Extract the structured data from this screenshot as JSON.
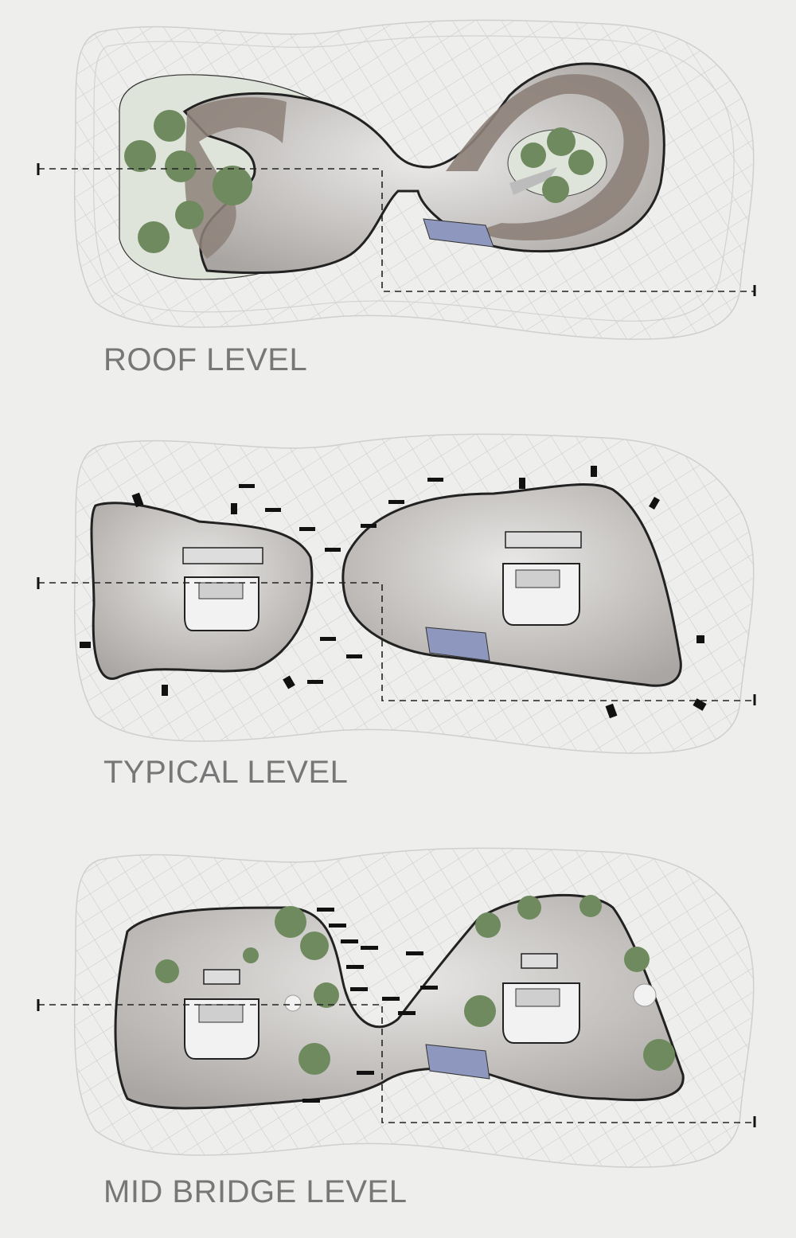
{
  "levels": [
    {
      "label": "ROOF LEVEL"
    },
    {
      "label": "TYPICAL LEVEL"
    },
    {
      "label": "MID BRIDGE LEVEL"
    }
  ],
  "colors": {
    "background": "#eeeeed",
    "mesh": "#c9c9c9",
    "floor": "#c2bfbd",
    "terrace": "#8d8179",
    "garden": "#dfe4da",
    "tree": "#6f8a5e",
    "glass": "#8e97bd",
    "label": "#777777"
  }
}
